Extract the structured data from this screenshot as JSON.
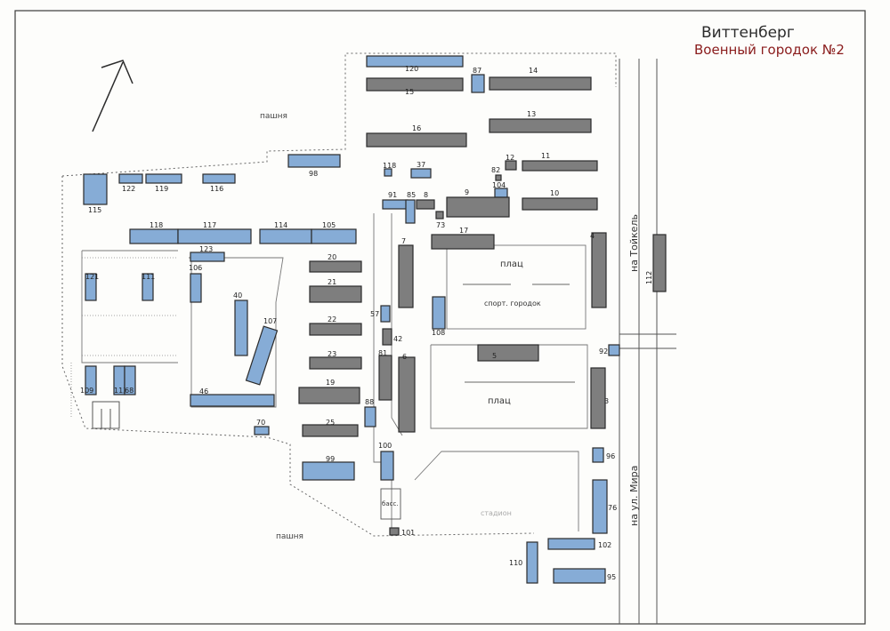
{
  "title": {
    "line1": "Виттенберг",
    "line2": "Военный городок №2"
  },
  "colors": {
    "paper": "#fdfdfb",
    "ink": "#2b2b2b",
    "pencil": "#6f6f6f",
    "blue_fill": "#86acd6",
    "gray_fill": "#7e7e7e",
    "title_red": "#8a1c1c"
  },
  "icons": {
    "north": "north-arrow-icon",
    "gate": "gate-icon"
  },
  "labels": {
    "field_top": "пашня",
    "field_bottom": "пашня",
    "parade_ground_top": "плац",
    "parade_ground_bottom": "плац",
    "sports_ground": "спорт. городок",
    "pool": "басс.",
    "stadium": "стадион",
    "street_top": "на Тойкель",
    "street_bottom": "на ул. Мира"
  },
  "buildings": [
    {
      "id": "b120",
      "label": "120",
      "type": "blue"
    },
    {
      "id": "b15",
      "label": "15",
      "type": "gray"
    },
    {
      "id": "b87",
      "label": "87",
      "type": "blue"
    },
    {
      "id": "b14",
      "label": "14",
      "type": "gray"
    },
    {
      "id": "b13",
      "label": "13",
      "type": "gray"
    },
    {
      "id": "b16",
      "label": "16",
      "type": "gray"
    },
    {
      "id": "b98",
      "label": "98",
      "type": "blue"
    },
    {
      "id": "b118s",
      "label": "118",
      "type": "blue"
    },
    {
      "id": "b37",
      "label": "37",
      "type": "blue"
    },
    {
      "id": "b82",
      "label": "82",
      "type": "gray"
    },
    {
      "id": "b12",
      "label": "12",
      "type": "gray"
    },
    {
      "id": "b11",
      "label": "11",
      "type": "gray"
    },
    {
      "id": "b104",
      "label": "104",
      "type": "blue"
    },
    {
      "id": "b115",
      "label": "115",
      "type": "blue"
    },
    {
      "id": "b122",
      "label": "122",
      "type": "blue"
    },
    {
      "id": "b119",
      "label": "119",
      "type": "blue"
    },
    {
      "id": "b116",
      "label": "116",
      "type": "blue"
    },
    {
      "id": "b91",
      "label": "91",
      "type": "blue"
    },
    {
      "id": "b85",
      "label": "85",
      "type": "blue"
    },
    {
      "id": "b8",
      "label": "8",
      "type": "gray"
    },
    {
      "id": "b9",
      "label": "9",
      "type": "gray"
    },
    {
      "id": "b10",
      "label": "10",
      "type": "gray"
    },
    {
      "id": "b73",
      "label": "73",
      "type": "gray"
    },
    {
      "id": "b118",
      "label": "118",
      "type": "blue"
    },
    {
      "id": "b117",
      "label": "117",
      "type": "blue"
    },
    {
      "id": "b114",
      "label": "114",
      "type": "blue"
    },
    {
      "id": "b105",
      "label": "105",
      "type": "blue"
    },
    {
      "id": "b17",
      "label": "17",
      "type": "gray"
    },
    {
      "id": "b4",
      "label": "4",
      "type": "gray"
    },
    {
      "id": "b112",
      "label": "112",
      "type": "gray"
    },
    {
      "id": "b7",
      "label": "7",
      "type": "gray"
    },
    {
      "id": "b123",
      "label": "123",
      "type": "blue"
    },
    {
      "id": "b20",
      "label": "20",
      "type": "gray"
    },
    {
      "id": "b121",
      "label": "121",
      "type": "blue"
    },
    {
      "id": "b111",
      "label": "111",
      "type": "blue"
    },
    {
      "id": "b106",
      "label": "106",
      "type": "blue"
    },
    {
      "id": "b21",
      "label": "21",
      "type": "gray"
    },
    {
      "id": "b40",
      "label": "40",
      "type": "blue"
    },
    {
      "id": "b57",
      "label": "57",
      "type": "blue"
    },
    {
      "id": "b108",
      "label": "108",
      "type": "blue"
    },
    {
      "id": "b22",
      "label": "22",
      "type": "gray"
    },
    {
      "id": "b107",
      "label": "107",
      "type": "blue"
    },
    {
      "id": "b42",
      "label": "42",
      "type": "gray"
    },
    {
      "id": "b81",
      "label": "81",
      "type": "gray"
    },
    {
      "id": "b6",
      "label": "6",
      "type": "gray"
    },
    {
      "id": "b5",
      "label": "5",
      "type": "gray"
    },
    {
      "id": "b92",
      "label": "92",
      "type": "blue"
    },
    {
      "id": "b23",
      "label": "23",
      "type": "gray"
    },
    {
      "id": "b3",
      "label": "3",
      "type": "gray"
    },
    {
      "id": "b109",
      "label": "109",
      "type": "blue"
    },
    {
      "id": "b113",
      "label": "113",
      "type": "blue"
    },
    {
      "id": "b68",
      "label": "68",
      "type": "blue"
    },
    {
      "id": "b19",
      "label": "19",
      "type": "gray"
    },
    {
      "id": "b46",
      "label": "46",
      "type": "blue"
    },
    {
      "id": "b88",
      "label": "88",
      "type": "blue"
    },
    {
      "id": "b25",
      "label": "25",
      "type": "gray"
    },
    {
      "id": "b70",
      "label": "70",
      "type": "blue"
    },
    {
      "id": "b100",
      "label": "100",
      "type": "blue"
    },
    {
      "id": "b96",
      "label": "96",
      "type": "blue"
    },
    {
      "id": "b99",
      "label": "99",
      "type": "blue"
    },
    {
      "id": "b76",
      "label": "76",
      "type": "blue"
    },
    {
      "id": "b101",
      "label": "101",
      "type": "gray"
    },
    {
      "id": "b102",
      "label": "102",
      "type": "blue"
    },
    {
      "id": "b110",
      "label": "110",
      "type": "blue"
    },
    {
      "id": "b95",
      "label": "95",
      "type": "blue"
    }
  ]
}
